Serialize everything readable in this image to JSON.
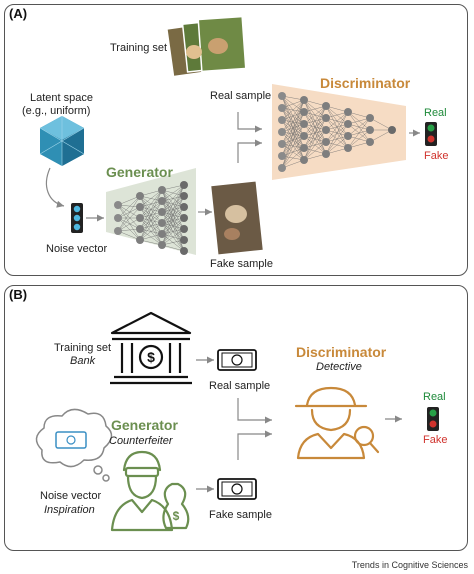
{
  "panel_a": {
    "label": "(A)",
    "training_set": "Training set",
    "latent_space_line1": "Latent space",
    "latent_space_line2": "(e.g., uniform)",
    "generator": "Generator",
    "noise_vector": "Noise vector",
    "real_sample": "Real sample",
    "fake_sample": "Fake sample",
    "discriminator": "Discriminator",
    "real": "Real",
    "fake": "Fake"
  },
  "panel_b": {
    "label": "(B)",
    "training_set": "Training set",
    "bank": "Bank",
    "real_sample": "Real sample",
    "discriminator": "Discriminator",
    "detective": "Detective",
    "generator": "Generator",
    "counterfeiter": "Counterfeiter",
    "noise_vector": "Noise vector",
    "inspiration": "Inspiration",
    "fake_sample": "Fake sample",
    "real": "Real",
    "fake": "Fake"
  },
  "credit": "Trends in Cognitive Sciences",
  "colors": {
    "discriminator": "#c8893a",
    "discriminator_bg": "#f6dcc4",
    "generator": "#6b8f50",
    "generator_bg": "#dde4d7",
    "latent_cube": "#2f8fb4",
    "real_green": "#1e8a3a",
    "fake_red": "#d0332d"
  }
}
